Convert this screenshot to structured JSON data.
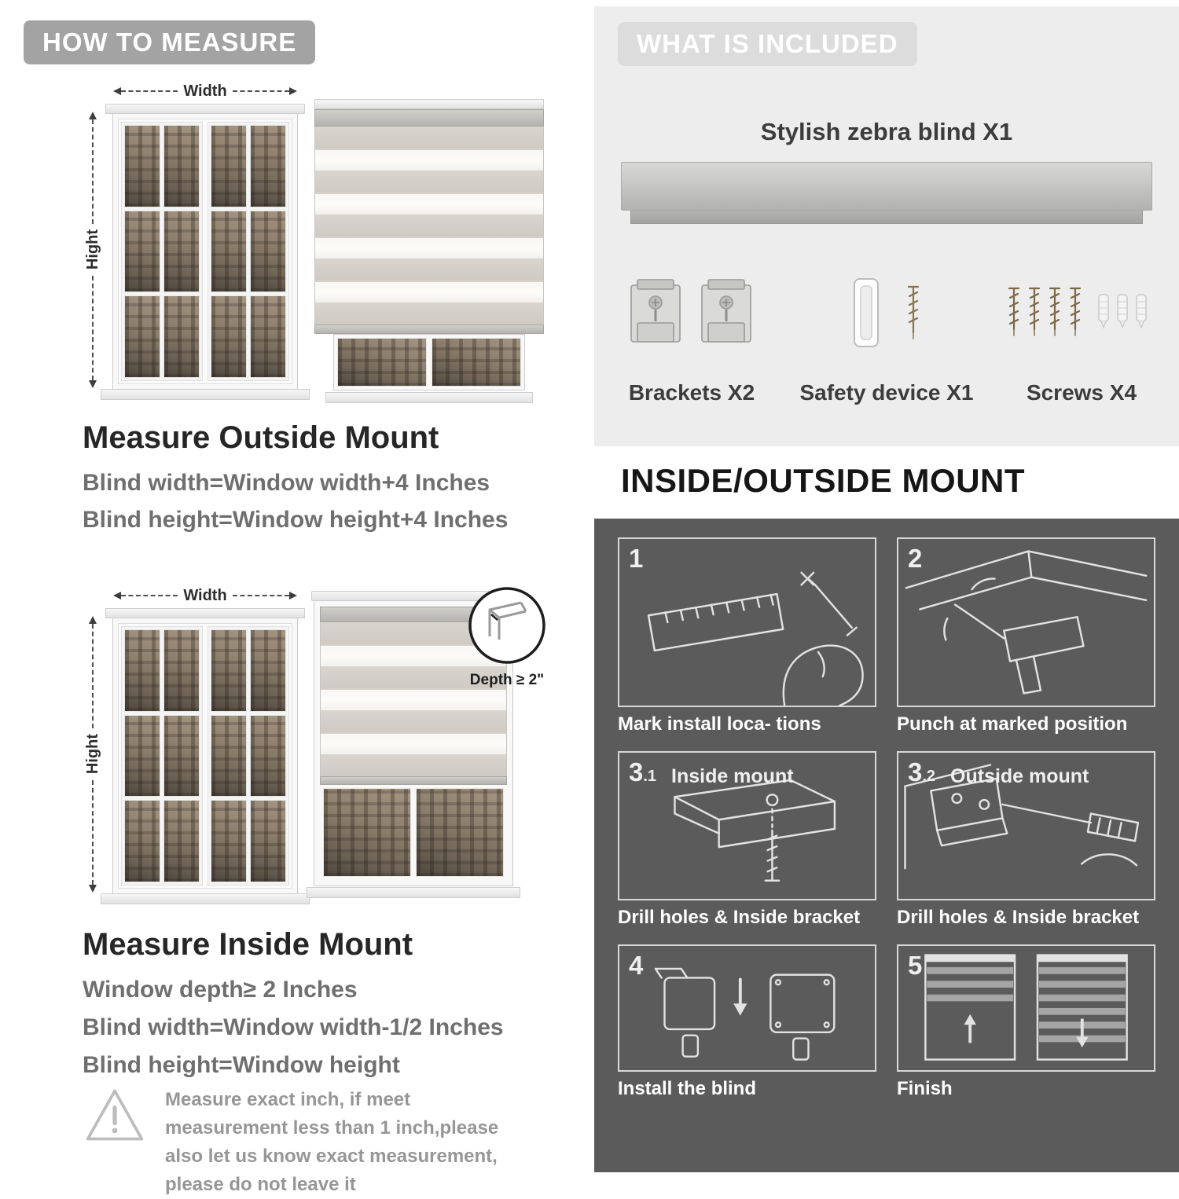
{
  "colors": {
    "badge_gray": "#a3a3a3",
    "included_bg": "#ededed",
    "mount_bg": "#5b5b5b"
  },
  "left": {
    "badge": "HOW TO MEASURE",
    "outside": {
      "width_label": "Width",
      "height_label": "Hight",
      "title": "Measure Outside Mount",
      "line1": "Blind width=Window width+4 Inches",
      "line2": "Blind height=Window height+4 Inches"
    },
    "inside": {
      "width_label": "Width",
      "height_label": "Hight",
      "depth_callout": "Depth ≥ 2\"",
      "title": "Measure Inside Mount",
      "line1": "Window depth≥ 2 Inches",
      "line2": "Blind width=Window width-1/2 Inches",
      "line3": "Blind height=Window height"
    },
    "note": "Measure exact inch, if meet measurement less than 1 inch,please also let us know exact measurement, please do not leave it"
  },
  "right": {
    "included": {
      "badge": "WHAT IS INCLUDED",
      "blind_label": "Stylish zebra blind X1",
      "parts": [
        {
          "label": "Brackets X2"
        },
        {
          "label": "Safety device X1"
        },
        {
          "label": "Screws X4"
        }
      ]
    },
    "mount": {
      "title": "INSIDE/OUTSIDE MOUNT",
      "steps": [
        {
          "num": "1",
          "caption": "Mark install loca- tions"
        },
        {
          "num": "2",
          "caption": "Punch at  marked position"
        },
        {
          "num": "3",
          "num_sub": ".1",
          "label": "Inside mount",
          "caption": "Drill holes &  Inside bracket"
        },
        {
          "num": "3",
          "num_sub": ".2",
          "label": "Outside mount",
          "caption": "Drill holes &  Inside bracket"
        },
        {
          "num": "4",
          "caption": "Install the blind"
        },
        {
          "num": "5",
          "caption": "Finish"
        }
      ]
    }
  }
}
